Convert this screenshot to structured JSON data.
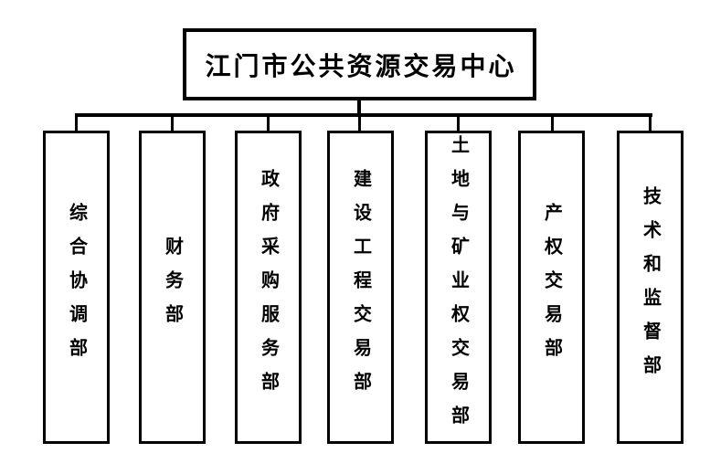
{
  "diagram": {
    "type": "org-chart",
    "root": {
      "label": "江门市公共资源交易中心"
    },
    "departments": [
      {
        "label": "综合协调部"
      },
      {
        "label": "财务部"
      },
      {
        "label": "政府采购服务部"
      },
      {
        "label": "建设工程交易部"
      },
      {
        "label": "土地与矿业权交易部"
      },
      {
        "label": "产权交易部"
      },
      {
        "label": "技术和监督部"
      }
    ],
    "colors": {
      "line": "#000000",
      "text": "#000000",
      "background": "#ffffff",
      "box_fill": "#ffffff"
    }
  }
}
